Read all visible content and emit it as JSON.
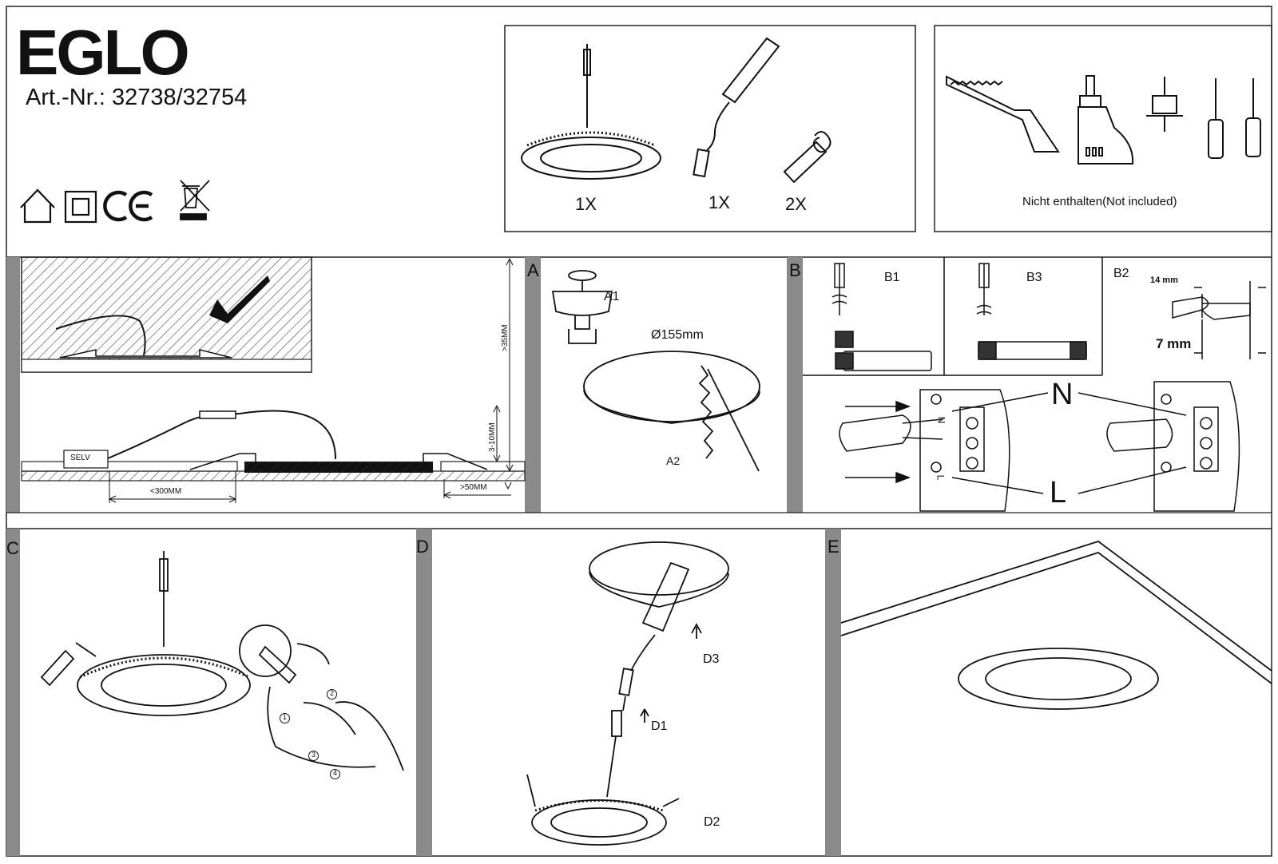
{
  "header": {
    "brand": "EGLO",
    "article": "Art.-Nr.: 32738/32754"
  },
  "symbols": [
    "house-icon",
    "class-ii-icon",
    "ce-mark",
    "weee-bin-icon"
  ],
  "contents": {
    "lamp_qty": "1X",
    "driver_qty": "1X",
    "connector_qty": "2X"
  },
  "tools": {
    "note": "Nicht enthalten(Not included)"
  },
  "installation_diagram": {
    "selv_label": "SELV",
    "dim_35": ">35MM",
    "dim_3_10": "3-10MM",
    "dim_300": "<300MM",
    "dim_50": ">50MM"
  },
  "panel_a": {
    "letter": "A",
    "step1": "A1",
    "diameter": "Ø155mm",
    "step2": "A2"
  },
  "panel_b": {
    "letter": "B",
    "step1": "B1",
    "step3": "B3",
    "step2": "B2",
    "dim_14": "14 mm",
    "dim_7": "7 mm",
    "neutral": "N",
    "live": "L",
    "terminal_n": "N",
    "terminal_l": "L"
  },
  "panel_c": {
    "letter": "C",
    "callouts": [
      "1",
      "2",
      "3",
      "4"
    ]
  },
  "panel_d": {
    "letter": "D",
    "step3": "D3",
    "step1": "D1",
    "step2": "D2"
  },
  "panel_e": {
    "letter": "E"
  }
}
